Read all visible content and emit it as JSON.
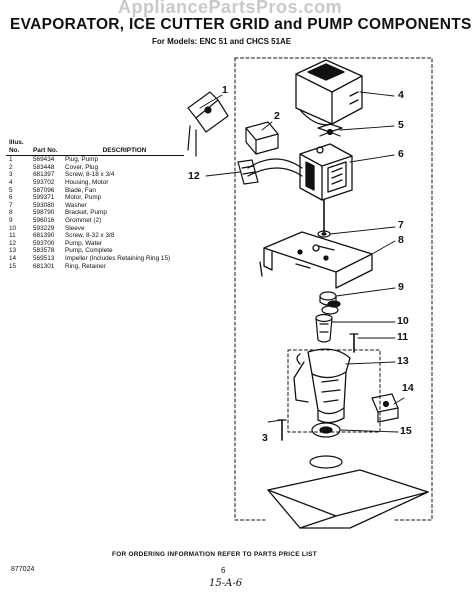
{
  "watermark": "AppliancePartsPros.com",
  "header": {
    "title": "EVAPORATOR, ICE CUTTER GRID and PUMP COMPONENTS",
    "subtitle": "For Models: ENC 51 and CHCS 51AE"
  },
  "parts_table": {
    "columns": [
      "Illus. No.",
      "Part No.",
      "DESCRIPTION"
    ],
    "rows": [
      {
        "illus": "1",
        "part": "569434",
        "desc": "Plug, Pump"
      },
      {
        "illus": "2",
        "part": "583448",
        "desc": "Cover, Plug"
      },
      {
        "illus": "3",
        "part": "681397",
        "desc": "Screw, 8-18 x 3/4"
      },
      {
        "illus": "4",
        "part": "593702",
        "desc": "Housing, Motor"
      },
      {
        "illus": "5",
        "part": "587096",
        "desc": "Blade, Fan"
      },
      {
        "illus": "6",
        "part": "599371",
        "desc": "Motor, Pump"
      },
      {
        "illus": "7",
        "part": "593080",
        "desc": "Washer"
      },
      {
        "illus": "8",
        "part": "598790",
        "desc": "Bracket, Pump"
      },
      {
        "illus": "9",
        "part": "596016",
        "desc": "Grommet (2)"
      },
      {
        "illus": "10",
        "part": "593229",
        "desc": "Sleeve"
      },
      {
        "illus": "11",
        "part": "681390",
        "desc": "Screw, 8-32 x 3/8"
      },
      {
        "illus": "12",
        "part": "593700",
        "desc": "Pump, Water"
      },
      {
        "illus": "13",
        "part": "583578",
        "desc": "Pump, Complete"
      },
      {
        "illus": "14",
        "part": "569513",
        "desc": "Impeller (Includes Retaining Ring 15)"
      },
      {
        "illus": "15",
        "part": "681301",
        "desc": "Ring, Retainer"
      }
    ]
  },
  "callouts": [
    "1",
    "2",
    "3",
    "4",
    "5",
    "6",
    "7",
    "8",
    "9",
    "10",
    "11",
    "12",
    "13",
    "14",
    "15"
  ],
  "footer": {
    "note": "FOR ORDERING INFORMATION REFER TO PARTS PRICE LIST",
    "doc_code": "877024",
    "page_number": "6",
    "handwritten": "15-A-6"
  }
}
